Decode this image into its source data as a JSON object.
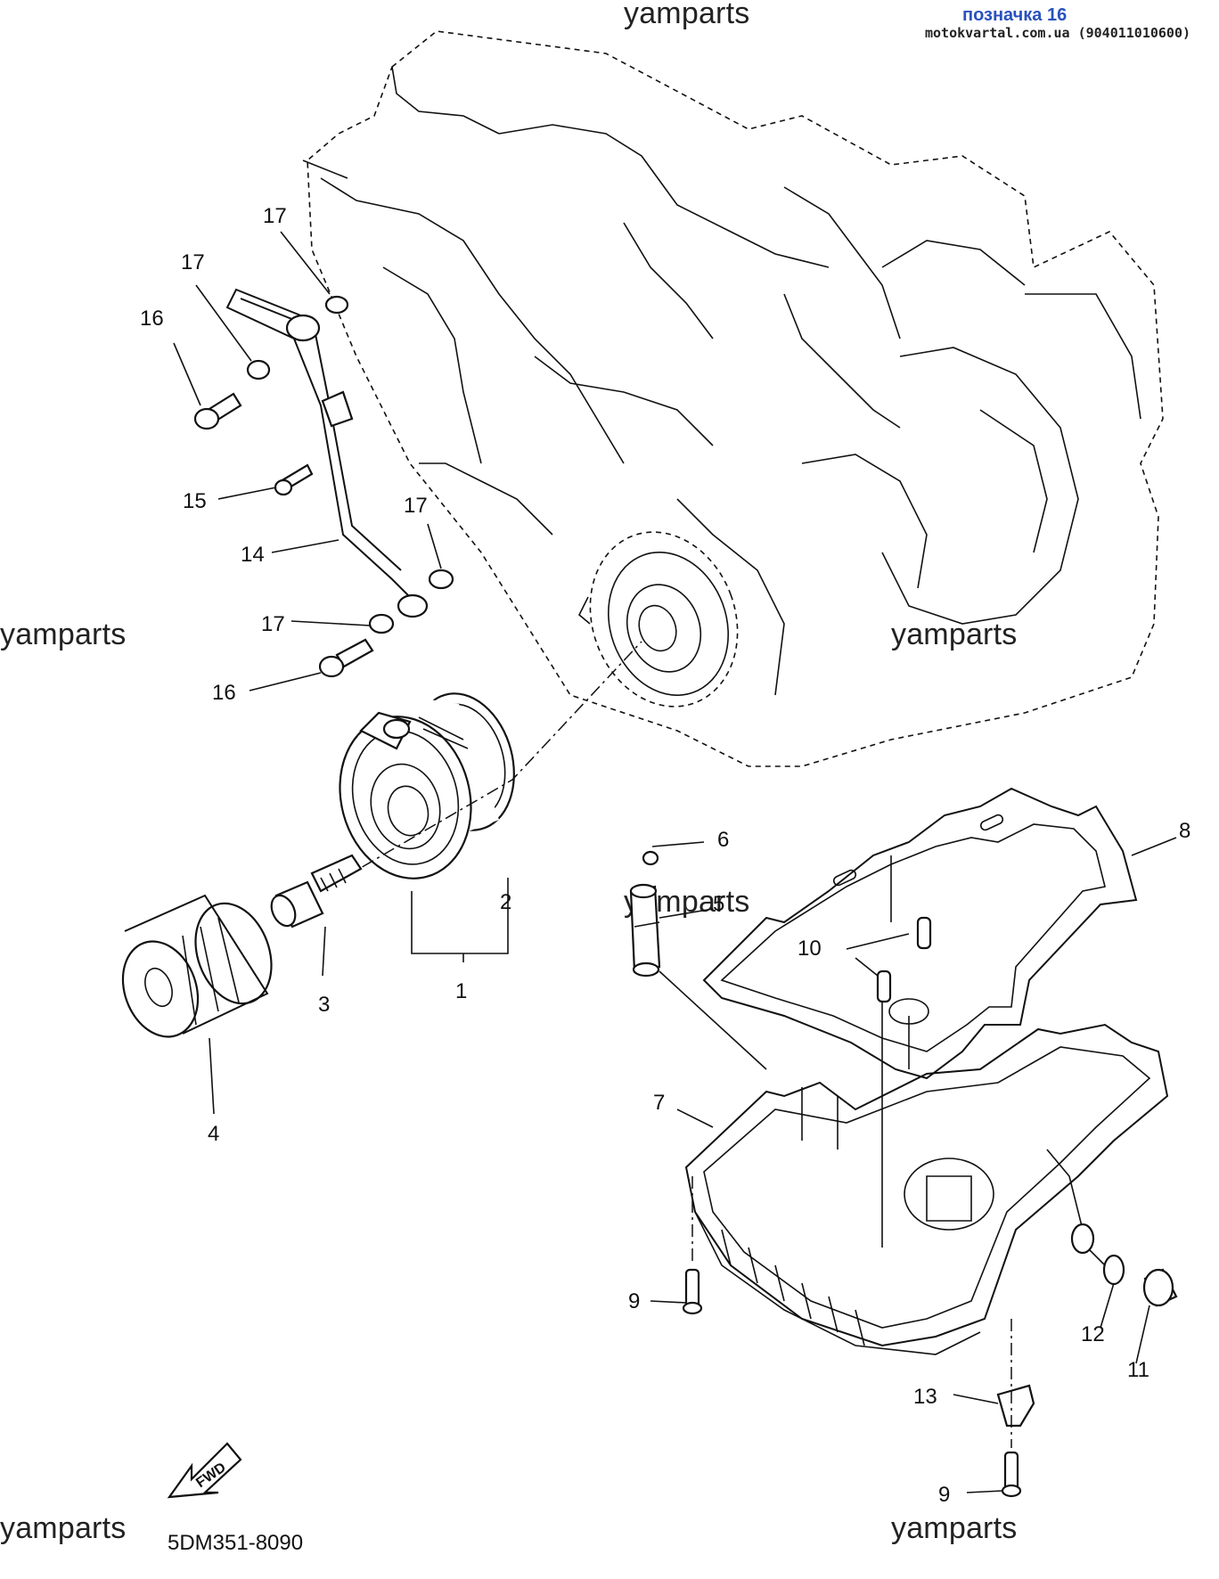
{
  "header": {
    "title": "позначка 16",
    "site": "motokvartal.com.ua (904011010600)"
  },
  "watermarks": [
    "yamparts",
    "yamparts",
    "yamparts",
    "yamparts",
    "yamparts",
    "yamparts"
  ],
  "diagram_code": "5DM351-8090",
  "fwd_arrow_text": "FWD",
  "callouts": [
    {
      "id": "1"
    },
    {
      "id": "2"
    },
    {
      "id": "3"
    },
    {
      "id": "4"
    },
    {
      "id": "5"
    },
    {
      "id": "6"
    },
    {
      "id": "7"
    },
    {
      "id": "8"
    },
    {
      "id": "9"
    },
    {
      "id": "9"
    },
    {
      "id": "10"
    },
    {
      "id": "11"
    },
    {
      "id": "12"
    },
    {
      "id": "13"
    },
    {
      "id": "14"
    },
    {
      "id": "15"
    },
    {
      "id": "16"
    },
    {
      "id": "16"
    },
    {
      "id": "17"
    },
    {
      "id": "17"
    },
    {
      "id": "17"
    },
    {
      "id": "17"
    }
  ]
}
